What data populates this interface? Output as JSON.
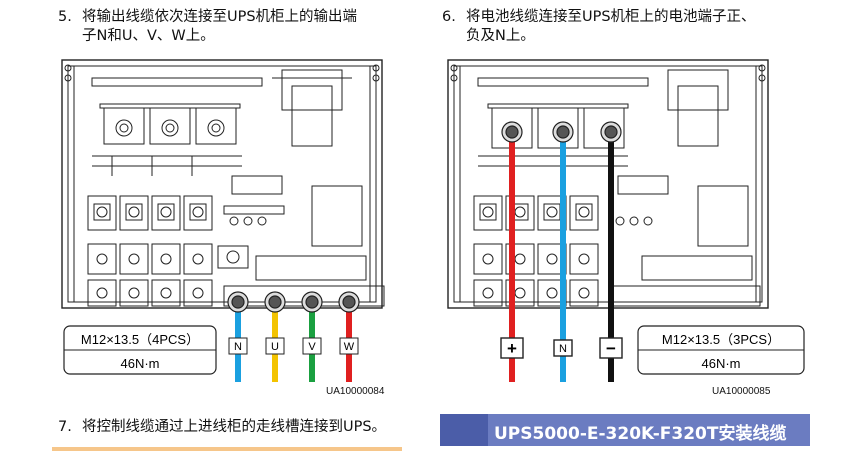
{
  "steps": {
    "step5": {
      "number": "5.",
      "line1": "将输出线缆依次连接至UPS机柜上的输出端",
      "line2": "子N和U、V、W上。"
    },
    "step6": {
      "number": "6.",
      "line1": "将电池线缆连接至UPS机柜上的电池端子正、",
      "line2": "负及N上。"
    },
    "step7": {
      "number": "7.",
      "text": "将控制线缆通过上进线柜的走线槽连接到UPS。"
    }
  },
  "left_diagram": {
    "spec_line1": "M12×13.5（4PCS）",
    "spec_line2": "46N·m",
    "labels": [
      "N",
      "U",
      "V",
      "W"
    ],
    "code": "UA10000084",
    "cable_colors": {
      "N": "#1aa0e0",
      "U": "#f3c300",
      "V": "#1aa040",
      "W": "#e02020"
    }
  },
  "right_diagram": {
    "spec_line1": "M12×13.5（3PCS）",
    "spec_line2": "46N·m",
    "labels": [
      "+",
      "N",
      "−"
    ],
    "code": "UA10000085",
    "cable_colors": {
      "plus": "#e02020",
      "N": "#1aa0e0",
      "minus": "#111111"
    }
  },
  "footer": {
    "title": "UPS5000-E-320K-F320T安装线缆"
  },
  "colors": {
    "title_bar": "#6b7cc1",
    "title_tab": "#4b5da8",
    "underline": "#f6c68a"
  }
}
